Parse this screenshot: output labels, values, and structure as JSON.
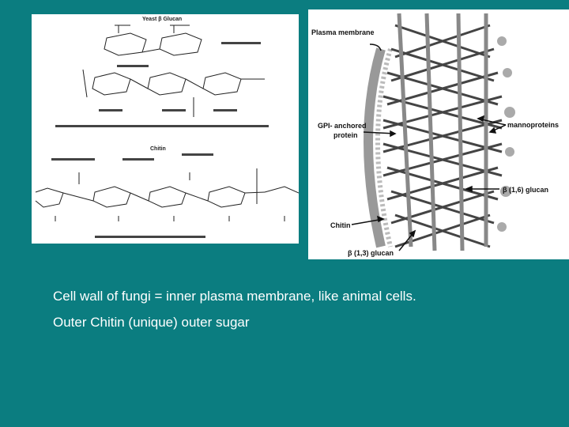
{
  "slide": {
    "caption_line1": "Cell wall of fungi = inner plasma membrane, like animal cells.",
    "caption_line2": "Outer Chitin (unique) outer sugar",
    "background_color": "#0b7d80"
  },
  "chem_figure": {
    "title_glucan": "Yeast β Glucan",
    "title_chitin": "Chitin"
  },
  "wall_figure": {
    "label_plasma_membrane": "Plasma membrane",
    "label_gpi_line1": "GPI- anchored",
    "label_gpi_line2": "protein",
    "label_mannoproteins": "mannoproteins",
    "label_b16_glucan": "β (1,6) glucan",
    "label_chitin": "Chitin",
    "label_b13_glucan": "β (1,3) glucan"
  }
}
